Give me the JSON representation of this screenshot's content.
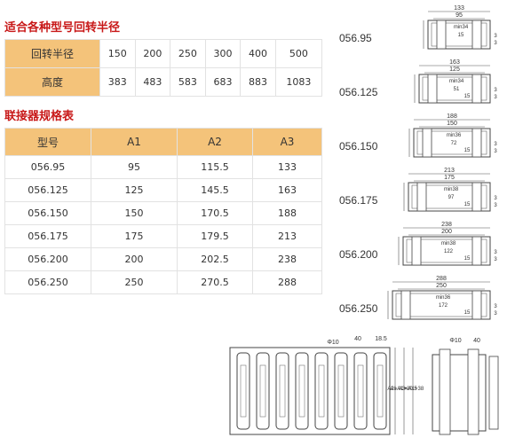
{
  "radius_section": {
    "title": "适合各种型号回转半径",
    "rows": [
      {
        "label": "回转半径",
        "values": [
          "150",
          "200",
          "250",
          "300",
          "400",
          "500"
        ]
      },
      {
        "label": "高度",
        "values": [
          "383",
          "483",
          "583",
          "683",
          "883",
          "1083"
        ]
      }
    ]
  },
  "spec_section": {
    "title": "联接器规格表",
    "headers": [
      "型号",
      "A1",
      "A2",
      "A3"
    ],
    "rows": [
      [
        "056.95",
        "95",
        "115.5",
        "133"
      ],
      [
        "056.125",
        "125",
        "145.5",
        "163"
      ],
      [
        "056.150",
        "150",
        "170.5",
        "188"
      ],
      [
        "056.175",
        "175",
        "179.5",
        "213"
      ],
      [
        "056.200",
        "200",
        "202.5",
        "238"
      ],
      [
        "056.250",
        "250",
        "270.5",
        "288"
      ]
    ]
  },
  "drawings": [
    {
      "model": "056.95",
      "outer": "133",
      "inner": "95",
      "min": "min34",
      "m1": "15"
    },
    {
      "model": "056.125",
      "outer": "163",
      "inner": "125",
      "min": "min34",
      "m1": "51",
      "m2": "15"
    },
    {
      "model": "056.150",
      "outer": "188",
      "inner": "150",
      "min": "min36",
      "m1": "72",
      "m2": "15"
    },
    {
      "model": "056.175",
      "outer": "213",
      "inner": "175",
      "min": "min38",
      "m1": "97",
      "m2": "15"
    },
    {
      "model": "056.200",
      "outer": "238",
      "inner": "200",
      "min": "min38",
      "m1": "122",
      "m2": "15"
    },
    {
      "model": "056.250",
      "outer": "288",
      "inner": "250",
      "min": "min36",
      "m1": "172",
      "m2": "15"
    }
  ],
  "bottom_drawing": {
    "d1": "40",
    "d2": "18.5",
    "phi": "Φ10",
    "side1": "A1",
    "side2": "A2=A1+20.5",
    "side3": "A3=A1+38",
    "d3": "40"
  }
}
